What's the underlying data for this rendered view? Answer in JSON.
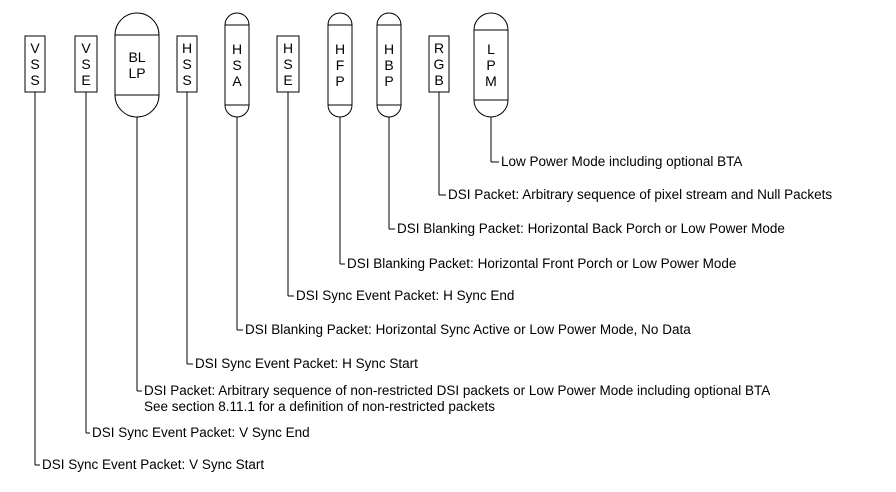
{
  "symbols": [
    {
      "id": "vss",
      "lines": [
        "V",
        "S",
        "S"
      ],
      "shape": "rect"
    },
    {
      "id": "vse",
      "lines": [
        "V",
        "S",
        "E"
      ],
      "shape": "rect"
    },
    {
      "id": "bllp",
      "lines": [
        "BL",
        "LP"
      ],
      "shape": "pill"
    },
    {
      "id": "hss",
      "lines": [
        "H",
        "S",
        "S"
      ],
      "shape": "rect"
    },
    {
      "id": "hsa",
      "lines": [
        "H",
        "S",
        "A"
      ],
      "shape": "pill"
    },
    {
      "id": "hse",
      "lines": [
        "H",
        "S",
        "E"
      ],
      "shape": "rect"
    },
    {
      "id": "hfp",
      "lines": [
        "H",
        "F",
        "P"
      ],
      "shape": "pill"
    },
    {
      "id": "hbp",
      "lines": [
        "H",
        "B",
        "P"
      ],
      "shape": "pill"
    },
    {
      "id": "rgb",
      "lines": [
        "R",
        "G",
        "B"
      ],
      "shape": "rect"
    },
    {
      "id": "lpm",
      "lines": [
        "L",
        "P",
        "M"
      ],
      "shape": "pill"
    }
  ],
  "descriptions": [
    {
      "symbol": "vss",
      "lines": [
        "DSI Sync Event Packet: V Sync Start"
      ]
    },
    {
      "symbol": "vse",
      "lines": [
        "DSI Sync Event Packet: V Sync End"
      ]
    },
    {
      "symbol": "bllp",
      "lines": [
        "DSI Packet: Arbitrary sequence of non-restricted DSI packets or Low Power Mode including optional BTA",
        "See section 8.11.1 for a definition of non-restricted packets"
      ]
    },
    {
      "symbol": "hss",
      "lines": [
        "DSI Sync Event Packet: H Sync Start"
      ]
    },
    {
      "symbol": "hsa",
      "lines": [
        "DSI Blanking Packet: Horizontal Sync Active or Low Power Mode, No Data"
      ]
    },
    {
      "symbol": "hse",
      "lines": [
        "DSI Sync Event Packet: H Sync End"
      ]
    },
    {
      "symbol": "hfp",
      "lines": [
        "DSI  Blanking Packet: Horizontal Front Porch or Low Power Mode"
      ]
    },
    {
      "symbol": "hbp",
      "lines": [
        "DSI Blanking Packet: Horizontal Back Porch or Low Power Mode"
      ]
    },
    {
      "symbol": "rgb",
      "lines": [
        "DSI Packet: Arbitrary sequence of pixel stream and Null Packets"
      ]
    },
    {
      "symbol": "lpm",
      "lines": [
        "Low Power Mode including optional BTA"
      ]
    }
  ]
}
